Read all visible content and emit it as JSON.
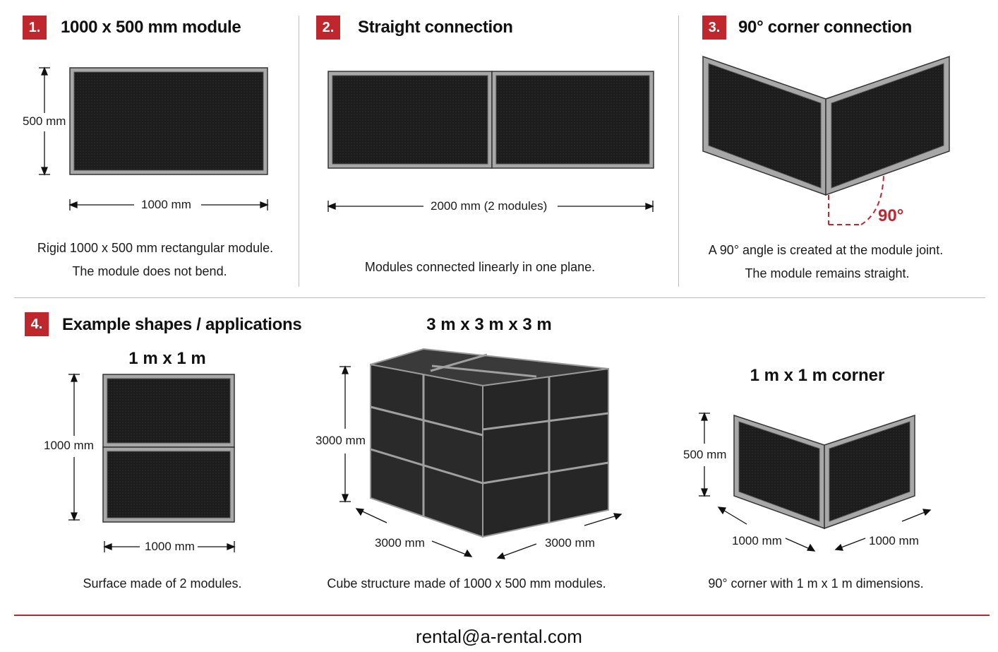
{
  "colors": {
    "accent": "#c0272d",
    "panel": "#1f1f1f",
    "frame": "#9a9a9a",
    "text": "#1a1a1a"
  },
  "sections": [
    {
      "number": "1.",
      "title": "1000 x 500 mm module",
      "dim_height": "500 mm",
      "dim_width": "1000 mm",
      "caption_lines": [
        "Rigid 1000 x 500 mm rectangular module.",
        "The module does not bend."
      ]
    },
    {
      "number": "2.",
      "title": "Straight connection",
      "dim_width": "2000 mm (2 modules)",
      "caption_lines": [
        "Modules connected linearly in one plane."
      ]
    },
    {
      "number": "3.",
      "title": "90° corner connection",
      "angle_label": "90°",
      "caption_lines": [
        "A 90° angle is created at the module joint.",
        "The module remains straight."
      ]
    },
    {
      "number": "4.",
      "title": "Example shapes / applications"
    }
  ],
  "examples": [
    {
      "heading": "1 m x 1 m",
      "dim_height": "1000 mm",
      "dim_width": "1000 mm",
      "caption": "Surface made of 2 modules."
    },
    {
      "heading": "3 m x 3 m x 3 m",
      "dim_height": "3000 mm",
      "dim_left": "3000 mm",
      "dim_right": "3000 mm",
      "caption": "Cube structure made of 1000 x 500 mm modules."
    },
    {
      "heading": "1 m x 1 m corner",
      "dim_height": "500 mm",
      "dim_left": "1000 mm",
      "dim_right": "1000 mm",
      "caption": "90° corner with 1 m x 1 m dimensions."
    }
  ],
  "footer": {
    "email": "rental@a-rental.com"
  }
}
